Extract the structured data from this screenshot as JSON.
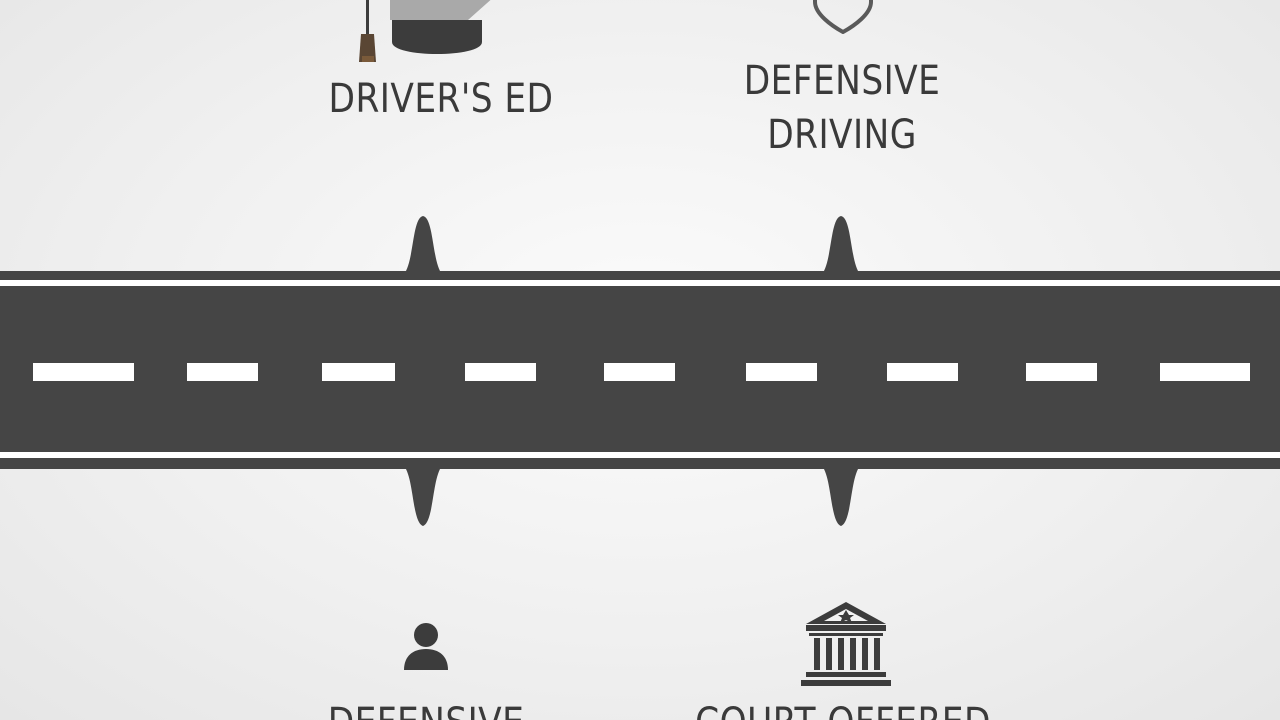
{
  "timeline": {
    "top_items": [
      {
        "icon": "graduation-cap-icon",
        "label_lines": [
          "DRIVER'S ED"
        ]
      },
      {
        "icon": "shield-icon",
        "label_lines": [
          "DEFENSIVE",
          "DRIVING"
        ]
      }
    ],
    "bottom_items": [
      {
        "icon": "person-icon",
        "label_lines": [
          "DEFENSIVE"
        ]
      },
      {
        "icon": "courthouse-icon",
        "label_lines": [
          "COURT OFFERED"
        ]
      }
    ]
  },
  "colors": {
    "road": "#454545",
    "lane_marking": "#ffffff",
    "text": "#3a3a3a",
    "icon": "#3c3c3c"
  }
}
